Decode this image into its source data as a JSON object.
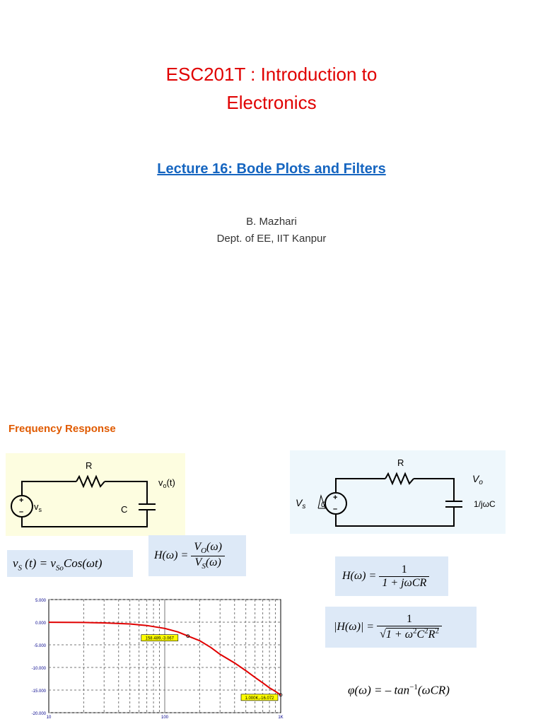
{
  "title_line1": "ESC201T :  Introduction to",
  "title_line2": "Electronics",
  "subtitle": "Lecture 16:  Bode Plots and Filters",
  "author": "B. Mazhari",
  "affiliation": "Dept. of EE, IIT Kanpur",
  "frequency_response_heading": "Frequency Response",
  "circuit1": {
    "R": "R",
    "C": "C",
    "vs": "v",
    "vs_sub": "s",
    "vo": "v",
    "vo_sub": "o",
    "vo_t": "(t)",
    "plus": "+",
    "minus": "–"
  },
  "circuit2": {
    "R": "R",
    "vo": "V",
    "vo_sub": "o",
    "cap": "1/jωC",
    "vs": "V",
    "vs_sub": "s",
    "angle": "0",
    "plus": "+",
    "minus": "–"
  },
  "eq_input": {
    "lhs": "v",
    "lhs_sub": "S",
    "arg": " (t) = v",
    "sub2": "So",
    "rest": "Cos(ωt)"
  },
  "eq_H": {
    "lhs": "H(ω) =",
    "num": "V",
    "num_sub": "O",
    "num_arg": "(ω)",
    "den": "V",
    "den_sub": "S",
    "den_arg": "(ω)"
  },
  "eq_H2": {
    "lhs": "H(ω) =",
    "num": "1",
    "den": "1 + jωCR"
  },
  "eq_mag": {
    "lhs": "|H(ω)| =",
    "num": "1",
    "den_pre": "√",
    "den": "1 + ω",
    "sq1": "2",
    "mid": "C",
    "sq2": "2",
    "mid2": "R",
    "sq3": "2"
  },
  "eq_phase": {
    "text": "φ(ω) = – tan",
    "sup": "−1",
    "arg": "(ωCR)"
  },
  "chart_data": {
    "type": "line",
    "x_scale": "log",
    "xlim": [
      10,
      1000
    ],
    "ylim": [
      -20,
      5
    ],
    "x_tick_labels": [
      "10",
      "100",
      "1K"
    ],
    "y_tick_labels": [
      "5.000",
      "0.000",
      "-5.000",
      "-10.000",
      "-15.000",
      "-20.000"
    ],
    "y_ticks": [
      5,
      0,
      -5,
      -10,
      -15,
      -20
    ],
    "series": [
      {
        "color": "#e00000",
        "x": [
          10,
          20,
          30,
          50,
          70,
          100,
          130,
          158.489,
          200,
          250,
          300,
          400,
          500,
          600,
          700,
          800,
          900,
          1000
        ],
        "y": [
          -0.017,
          -0.07,
          -0.15,
          -0.39,
          -0.74,
          -1.37,
          -2.15,
          -3.067,
          -4.1,
          -5.6,
          -7.1,
          -9.0,
          -10.7,
          -12.2,
          -13.4,
          -14.5,
          -15.3,
          -16.072
        ]
      }
    ],
    "annotations": [
      {
        "x": 158.489,
        "y": -3.067,
        "label": "158.489,-3.067"
      },
      {
        "x": 1000,
        "y": -16.072,
        "label": "1.000K,-16.072"
      }
    ],
    "grid": true
  }
}
